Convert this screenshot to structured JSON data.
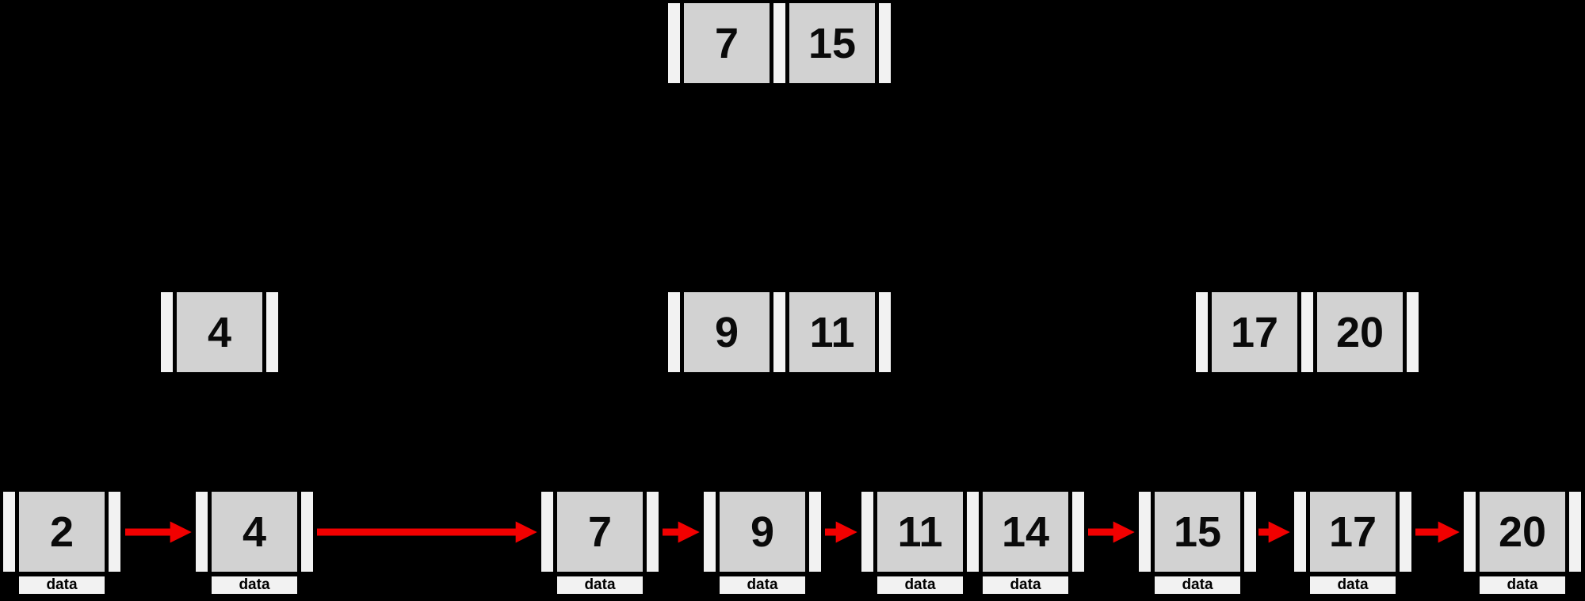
{
  "diagram": {
    "kind": "b-plus-tree",
    "colors": {
      "background": "#000000",
      "key_cell_fill": "#d2d2d2",
      "pointer_cell_fill": "#f2f2f2",
      "arrow": "#f20000",
      "key_text": "#0a0a0a"
    },
    "tree": {
      "root": {
        "keys": [
          "7",
          "15"
        ]
      },
      "internal": [
        {
          "keys": [
            "4"
          ]
        },
        {
          "keys": [
            "9",
            "11"
          ]
        },
        {
          "keys": [
            "17",
            "20"
          ]
        }
      ],
      "leaves": [
        {
          "keys": [
            "2"
          ],
          "labels": [
            "data"
          ]
        },
        {
          "keys": [
            "4"
          ],
          "labels": [
            "data"
          ]
        },
        {
          "keys": [
            "7"
          ],
          "labels": [
            "data"
          ]
        },
        {
          "keys": [
            "9"
          ],
          "labels": [
            "data"
          ]
        },
        {
          "keys": [
            "11",
            "14"
          ],
          "labels": [
            "data",
            "data"
          ]
        },
        {
          "keys": [
            "15"
          ],
          "labels": [
            "data"
          ]
        },
        {
          "keys": [
            "17"
          ],
          "labels": [
            "data"
          ]
        },
        {
          "keys": [
            "20"
          ],
          "labels": [
            "data"
          ]
        }
      ],
      "leaf_chain_links": [
        [
          "2",
          "4"
        ],
        [
          "4",
          "7"
        ],
        [
          "7",
          "9"
        ],
        [
          "9",
          "11"
        ],
        [
          "14",
          "15"
        ],
        [
          "15",
          "17"
        ],
        [
          "17",
          "20"
        ]
      ]
    }
  }
}
